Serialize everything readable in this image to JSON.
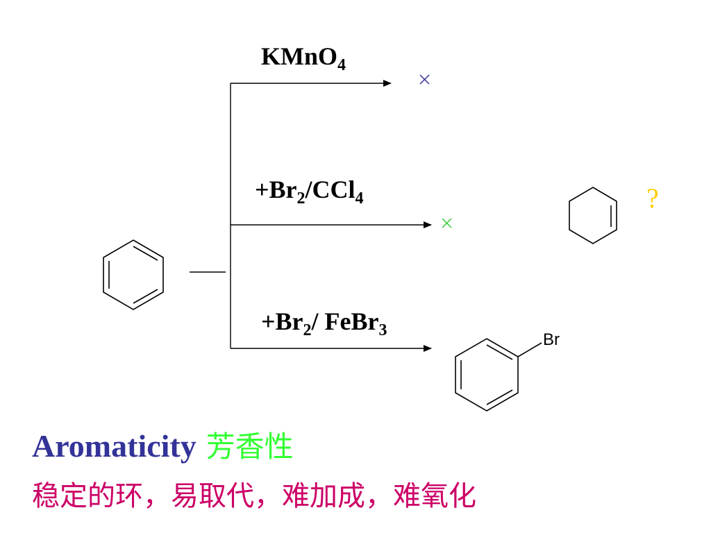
{
  "reactions": [
    {
      "reagent_main": "KMnO",
      "reagent_sub": "4",
      "result": "×",
      "result_color": "#333399"
    },
    {
      "reagent_main": "+Br",
      "reagent_sub": "2",
      "reagent_tail": "/CCl",
      "reagent_tail_sub": "4",
      "result": "×",
      "result_color": "#33cc33"
    },
    {
      "reagent_main": "+Br",
      "reagent_sub": "2",
      "reagent_tail": "/ FeBr",
      "reagent_tail_sub": "3",
      "product_substituent": "Br"
    }
  ],
  "question": {
    "text": "?",
    "color": "#ffcc00"
  },
  "title": {
    "en": "Aromaticity",
    "cn": "芳香性",
    "en_color": "#333399",
    "cn_color": "#33ff33"
  },
  "properties": {
    "text": "稳定的环，易取代，难加成，难氧化",
    "color": "#cc0066"
  }
}
